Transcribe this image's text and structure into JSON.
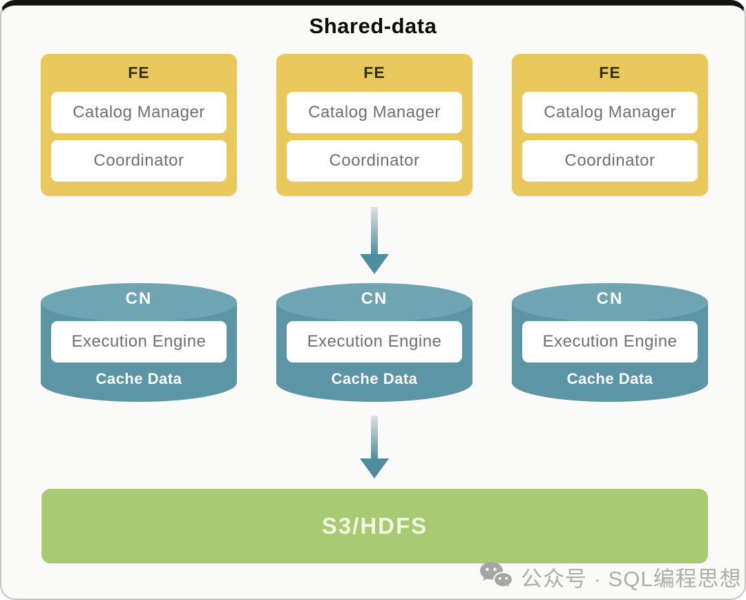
{
  "diagram": {
    "title": "Shared-data",
    "fe_nodes": [
      {
        "title": "FE",
        "components": [
          "Catalog Manager",
          "Coordinator"
        ]
      },
      {
        "title": "FE",
        "components": [
          "Catalog Manager",
          "Coordinator"
        ]
      },
      {
        "title": "FE",
        "components": [
          "Catalog Manager",
          "Coordinator"
        ]
      }
    ],
    "cn_nodes": [
      {
        "title": "CN",
        "engine": "Execution Engine",
        "cache": "Cache Data"
      },
      {
        "title": "CN",
        "engine": "Execution Engine",
        "cache": "Cache Data"
      },
      {
        "title": "CN",
        "engine": "Execution Engine",
        "cache": "Cache Data"
      }
    ],
    "storage": {
      "label": "S3/HDFS"
    },
    "arrows": [
      {
        "from": "FE",
        "to": "CN",
        "direction": "down"
      },
      {
        "from": "CN",
        "to": "S3/HDFS",
        "direction": "down"
      }
    ],
    "watermark": {
      "icon": "wechat-icon",
      "text": "公众号 · SQL编程思想"
    },
    "colors": {
      "canvas_background": "#FAFAF8",
      "fe_fill": "#E9C85C",
      "fe_title_text": "#343109",
      "inner_box_fill": "#FFFFFF",
      "inner_box_text": "#6F6F6F",
      "cn_body_fill": "#5C95A6",
      "cn_top_fill": "#6FA4B3",
      "cn_text": "#FFFFFF",
      "storage_fill": "#A7CA73",
      "storage_text": "#F1F7E3",
      "arrow_color": "#4E8CA0",
      "watermark_gray": "#ADADAD"
    }
  }
}
